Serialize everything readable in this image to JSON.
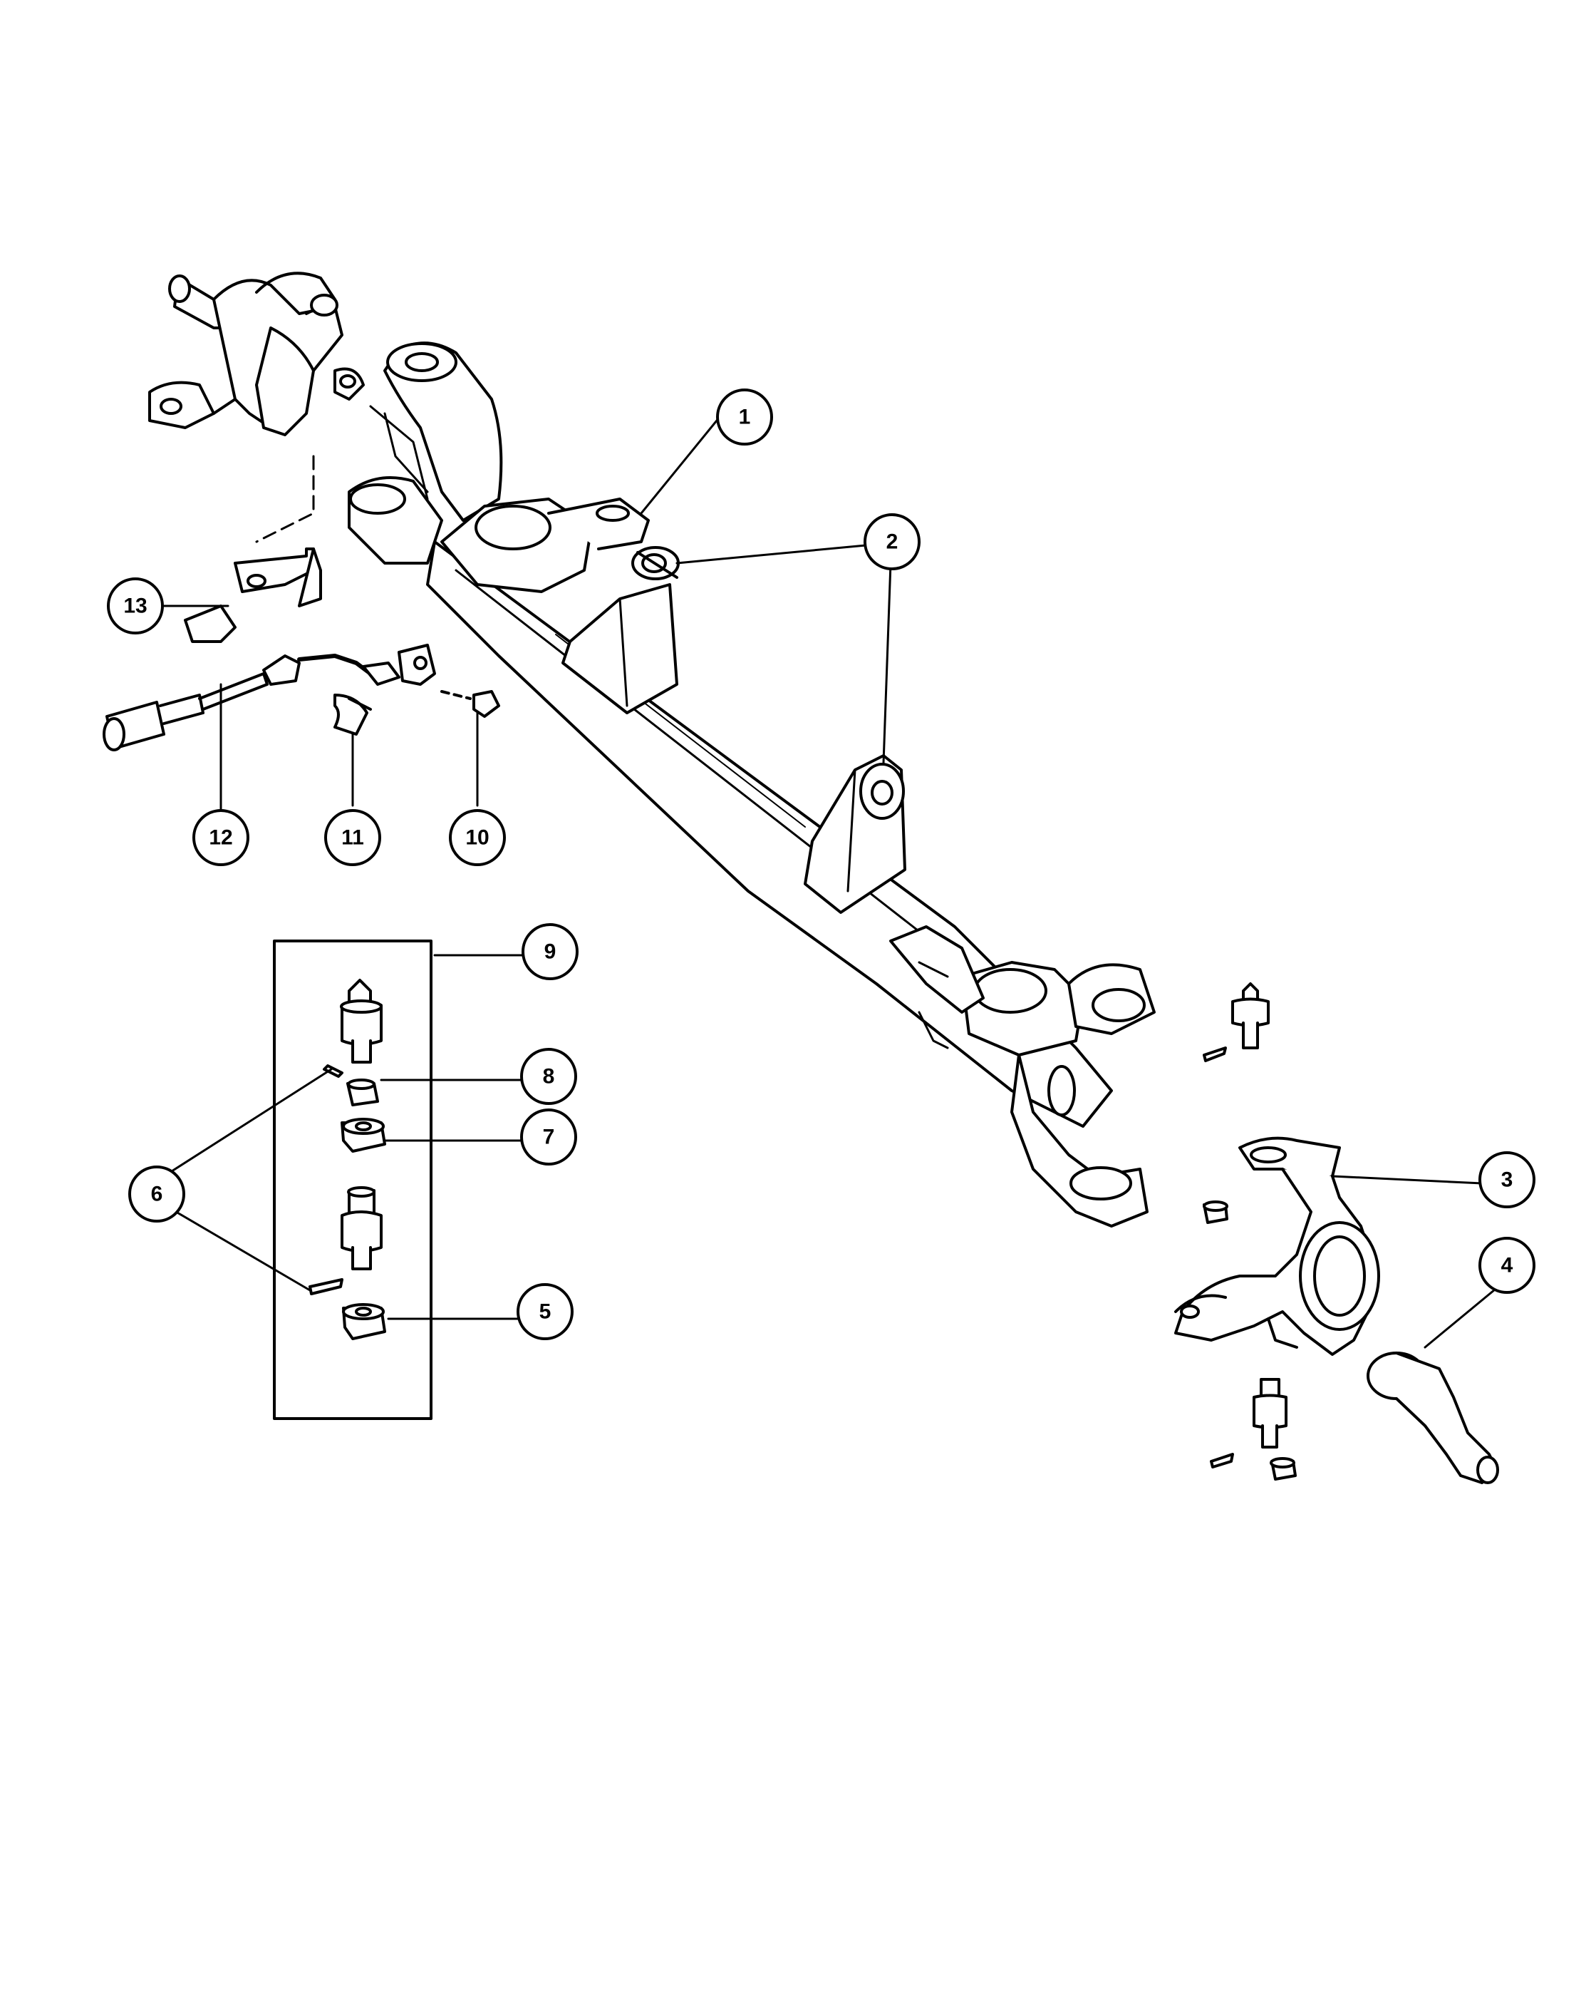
{
  "diagram": {
    "callouts": [
      {
        "id": "1",
        "label": "1"
      },
      {
        "id": "2",
        "label": "2"
      },
      {
        "id": "3",
        "label": "3"
      },
      {
        "id": "4",
        "label": "4"
      },
      {
        "id": "5",
        "label": "5"
      },
      {
        "id": "6",
        "label": "6"
      },
      {
        "id": "7",
        "label": "7"
      },
      {
        "id": "8",
        "label": "8"
      },
      {
        "id": "9",
        "label": "9"
      },
      {
        "id": "10",
        "label": "10"
      },
      {
        "id": "11",
        "label": "11"
      },
      {
        "id": "12",
        "label": "12"
      },
      {
        "id": "13",
        "label": "13"
      }
    ],
    "line_color": "#000000",
    "background": "#ffffff"
  }
}
